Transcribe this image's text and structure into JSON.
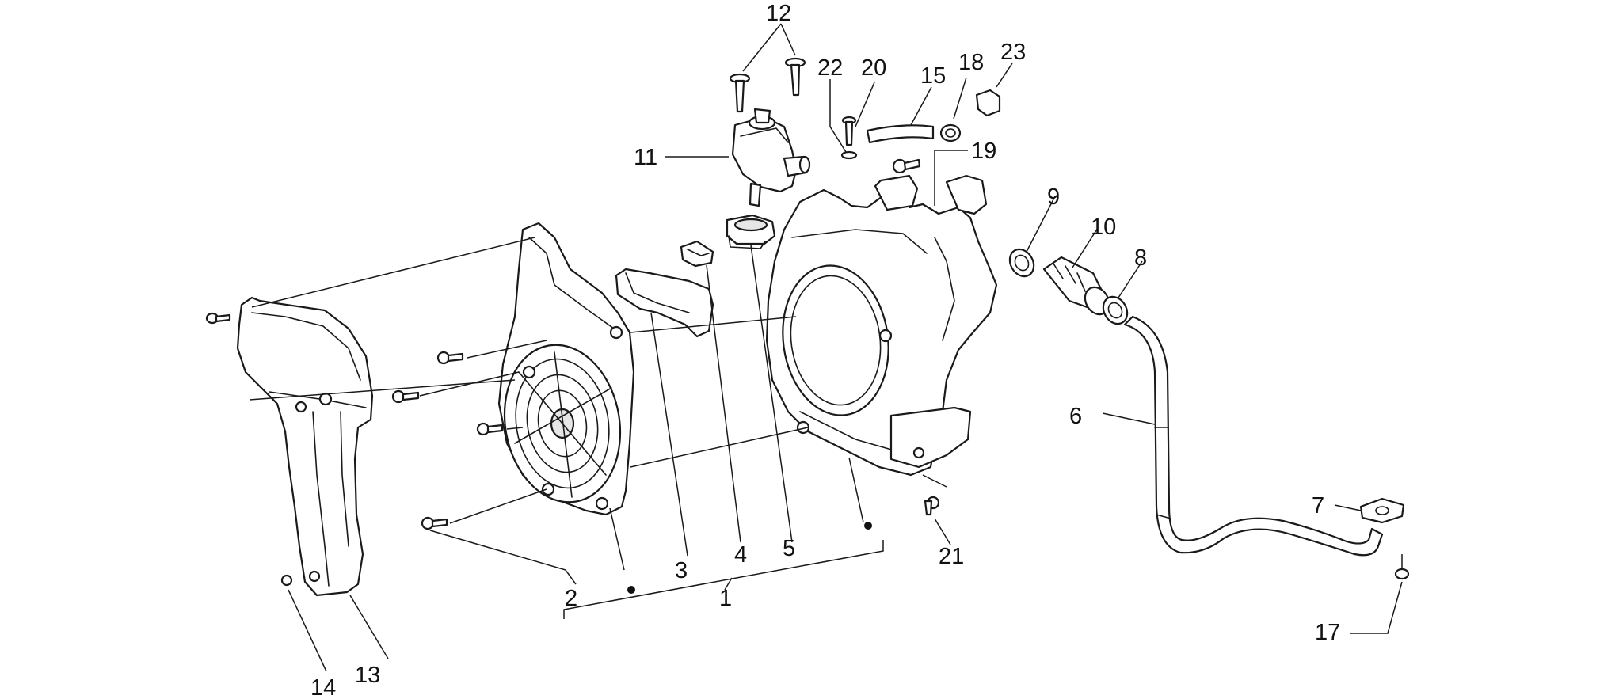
{
  "callouts": [
    {
      "id": "1",
      "text": "1"
    },
    {
      "id": "2",
      "text": "2"
    },
    {
      "id": "3",
      "text": "3"
    },
    {
      "id": "4",
      "text": "4"
    },
    {
      "id": "5",
      "text": "5"
    },
    {
      "id": "6",
      "text": "6"
    },
    {
      "id": "7",
      "text": "7"
    },
    {
      "id": "8",
      "text": "8"
    },
    {
      "id": "9",
      "text": "9"
    },
    {
      "id": "10",
      "text": "10"
    },
    {
      "id": "11",
      "text": "11"
    },
    {
      "id": "12",
      "text": "12"
    },
    {
      "id": "13",
      "text": "13"
    },
    {
      "id": "14",
      "text": "14"
    },
    {
      "id": "15",
      "text": "15"
    },
    {
      "id": "17",
      "text": "17"
    },
    {
      "id": "18",
      "text": "18"
    },
    {
      "id": "19",
      "text": "19"
    },
    {
      "id": "20",
      "text": "20"
    },
    {
      "id": "21",
      "text": "21"
    },
    {
      "id": "22",
      "text": "22"
    },
    {
      "id": "23",
      "text": "23"
    }
  ]
}
